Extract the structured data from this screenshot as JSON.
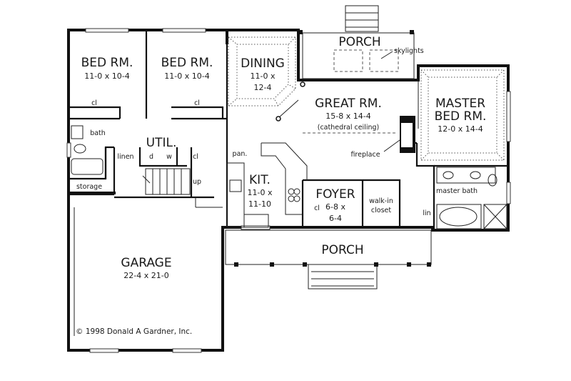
{
  "rooms": {
    "bed1": {
      "name": "BED RM.",
      "dims": "11-0  x  10-4"
    },
    "bed2": {
      "name": "BED RM.",
      "dims": "11-0  x  10-4"
    },
    "dining": {
      "name": "DINING",
      "dims_line1": "11-0  x",
      "dims_line2": "12-4"
    },
    "great": {
      "name": "GREAT RM.",
      "dims": "15-8  x  14-4",
      "note": "(cathedral ceiling)"
    },
    "master": {
      "name_line1": "MASTER",
      "name_line2": "BED RM.",
      "dims": "12-0  x  14-4"
    },
    "util": {
      "name": "UTIL."
    },
    "kit": {
      "name": "KIT.",
      "dims_line1": "11-0  x",
      "dims_line2": "11-10"
    },
    "foyer": {
      "name": "FOYER",
      "dims_line1": "6-8  x",
      "dims_line2": "6-4"
    },
    "garage": {
      "name": "GARAGE",
      "dims": "22-4  x  21-0"
    },
    "porch_back": {
      "name": "PORCH"
    },
    "porch_front": {
      "name": "PORCH"
    }
  },
  "labels": {
    "cl": "cl",
    "bath": "bath",
    "linen": "linen",
    "d": "d",
    "w": "w",
    "storage": "storage",
    "up": "up",
    "pan": "pan.",
    "skylights": "skylights",
    "fireplace": "fireplace",
    "walkin_line1": "walk-in",
    "walkin_line2": "closet",
    "master_bath": "master bath",
    "lin": "lin"
  },
  "copyright": "©  1998   Donald A Gardner, Inc."
}
